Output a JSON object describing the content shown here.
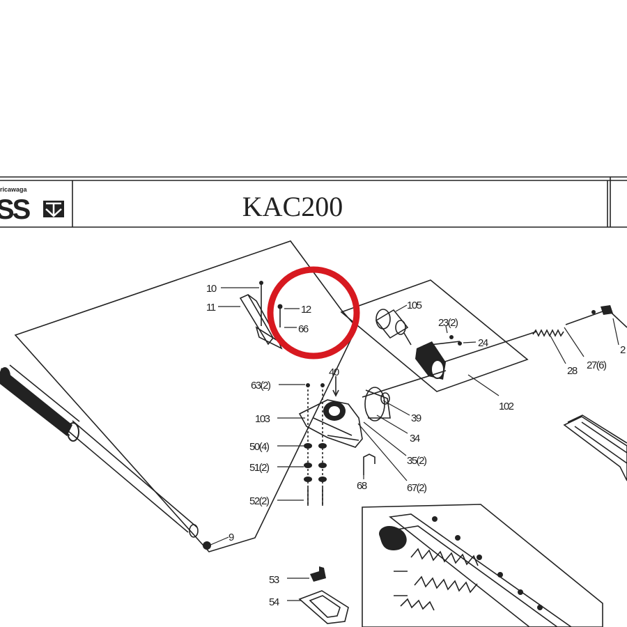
{
  "header": {
    "brand_small": "ricawaga",
    "brand_mark": "SS",
    "model": "KAC200"
  },
  "parts": {
    "p10": "10",
    "p11": "11",
    "p12": "12",
    "p66": "66",
    "p105": "105",
    "p23": "23(2)",
    "p24": "24",
    "p2x": "2",
    "p28": "28",
    "p27": "27(6)",
    "p102": "102",
    "p63": "63(2)",
    "p40": "40",
    "p103": "103",
    "p39": "39",
    "p34": "34",
    "p50": "50(4)",
    "p35": "35(2)",
    "p51": "51(2)",
    "p68": "68",
    "p67": "67(2)",
    "p52": "52(2)",
    "p9": "9",
    "p53": "53",
    "p54": "54"
  },
  "highlight": {
    "color": "#d71920",
    "target_part": "12"
  }
}
